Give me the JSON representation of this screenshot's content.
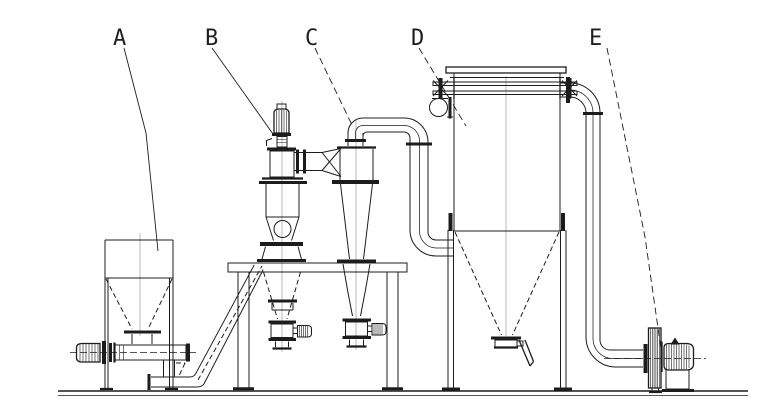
{
  "figure": {
    "background": "#ffffff",
    "line_color": "#1c1c1c",
    "centerline_color": "#9a9a9a"
  },
  "labels": [
    {
      "text": "A"
    },
    {
      "text": "B"
    },
    {
      "text": "C"
    },
    {
      "text": "D"
    },
    {
      "text": "E"
    }
  ]
}
